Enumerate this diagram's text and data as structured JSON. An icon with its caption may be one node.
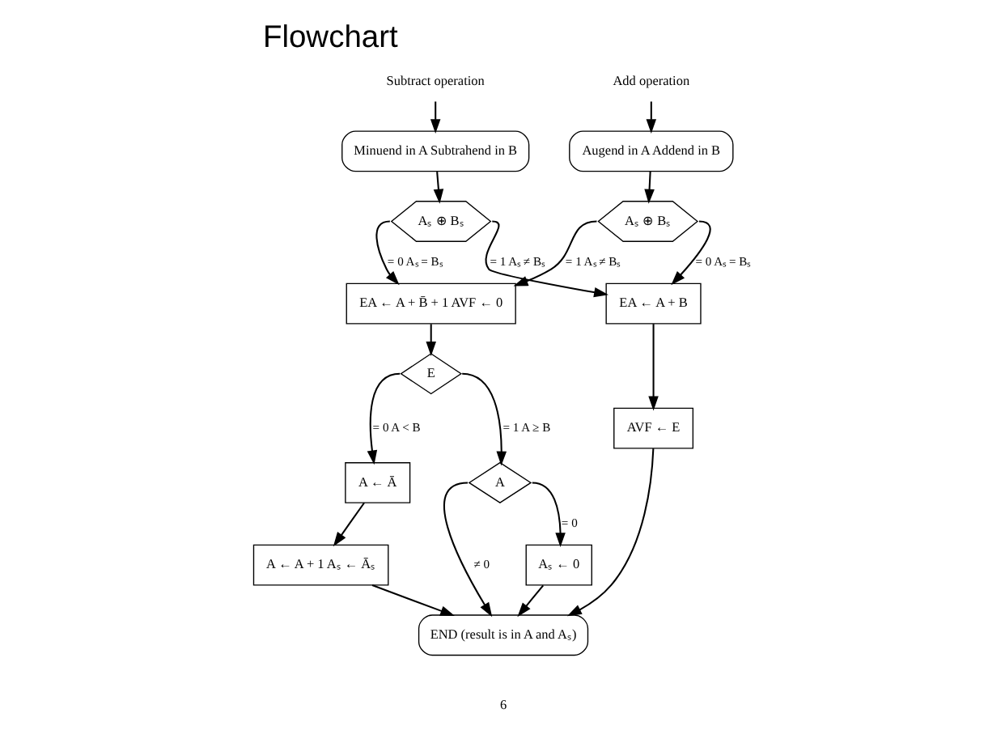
{
  "diagram": {
    "title": "Flowchart",
    "nodes": [
      {
        "text": [
          "Subtract operation"
        ]
      },
      {
        "text": [
          "Minuend in A Subtrahend in B"
        ]
      },
      {
        "text": [
          "Aₛ ⊕ Bₛ"
        ]
      },
      {
        "text": [
          "EA ← A + B̄ + 1 AVF ← 0"
        ]
      },
      {
        "text": [
          "E"
        ]
      },
      {
        "text": [
          "A ← Ā"
        ]
      },
      {
        "text": [
          "A ← A + 1 Aₛ ← Āₛ"
        ]
      },
      {
        "text": [
          "A"
        ]
      },
      {
        "text": [
          "Aₛ ← 0"
        ]
      },
      {
        "text": [
          "END (result is in A and Aₛ)"
        ]
      },
      {
        "text": [
          "Add operation"
        ]
      },
      {
        "text": [
          "Augend in A Addend in B"
        ]
      },
      {
        "text": [
          "Aₛ ⊕ Bₛ"
        ]
      },
      {
        "text": [
          "EA ← A + B"
        ]
      },
      {
        "text": [
          "AVF ← E"
        ]
      }
    ],
    "edges": [
      {
        "from": 0,
        "to": 1,
        "arrow": "to"
      },
      {
        "from": 1,
        "to": 2,
        "arrow": "to"
      },
      {
        "from": 2,
        "to": 3,
        "arrow": "to",
        "label": "= 0 Aₛ = Bₛ"
      },
      {
        "from": 2,
        "to": 13,
        "arrow": "to",
        "label": "= 1 Aₛ ≠ Bₛ"
      },
      {
        "from": 10,
        "to": 11,
        "arrow": "to"
      },
      {
        "from": 11,
        "to": 12,
        "arrow": "to"
      },
      {
        "from": 12,
        "to": 3,
        "arrow": "to",
        "label": "= 1 Aₛ ≠ Bₛ"
      },
      {
        "from": 12,
        "to": 13,
        "arrow": "to",
        "label": "= 0 Aₛ = Bₛ"
      },
      {
        "from": 3,
        "to": 4,
        "arrow": "to"
      },
      {
        "from": 4,
        "to": 5,
        "arrow": "to",
        "label": "= 0 A < B"
      },
      {
        "from": 4,
        "to": 7,
        "arrow": "to",
        "label": "= 1 A ≥ B"
      },
      {
        "from": 5,
        "to": 6,
        "arrow": "to"
      },
      {
        "from": 6,
        "to": 9,
        "arrow": "to"
      },
      {
        "from": 7,
        "to": 9,
        "arrow": "to",
        "label": "≠ 0"
      },
      {
        "from": 7,
        "to": 8,
        "arrow": "to",
        "label": "= 0"
      },
      {
        "from": 8,
        "to": 9,
        "arrow": "to"
      },
      {
        "from": 13,
        "to": 14,
        "arrow": "to"
      },
      {
        "from": 14,
        "to": 9,
        "arrow": "to"
      }
    ],
    "labels": [
      "6"
    ]
  }
}
